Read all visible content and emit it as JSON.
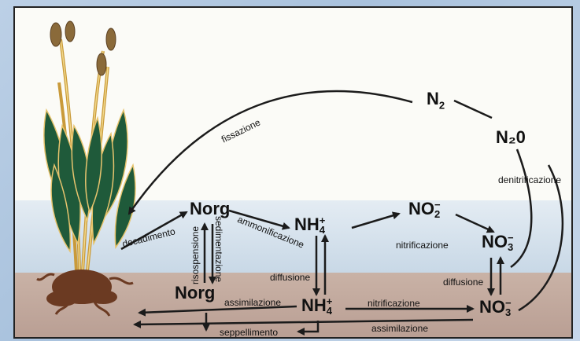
{
  "species": {
    "n2": "N",
    "n2_sub": "2",
    "n2o": "N₂0",
    "no2_top": "NO",
    "no2_sub": "2",
    "no2_sup": "−",
    "no3_water": "NO",
    "no3_water_sub": "3",
    "no3_water_sup": "−",
    "no3_sed": "NO",
    "no3_sed_sub": "3",
    "no3_sed_sup": "−",
    "norg_water": "Norg",
    "norg_sed": "Norg",
    "nh4_water": "NH",
    "nh4_water_sub": "4",
    "nh4_water_sup": "+",
    "nh4_sed": "NH",
    "nh4_sed_sub": "4",
    "nh4_sed_sup": "+"
  },
  "processes": {
    "fissazione": "fissazione",
    "denitrificazione": "denitrificazione",
    "decadimento": "decadimento",
    "ammonificazione": "ammonificazione",
    "nitrificazione_water": "nitrificazione",
    "nitrificazione_sed": "nitrificazione",
    "risospensione": "risospensione",
    "sedimentazione": "sedimentazione",
    "diffusione_nh4": "diffusione",
    "diffusione_no3": "diffusione",
    "assimilazione_nh4": "assimilazione",
    "assimilazione_no3": "assimilazione",
    "seppellimento": "seppellimento"
  },
  "colors": {
    "water": "#c8d8e6",
    "sediment": "#b89d92",
    "leaf": "#1f5a3a",
    "stem": "#e7c46e",
    "root": "#6b3a22",
    "arrow": "#1b1b1b"
  }
}
